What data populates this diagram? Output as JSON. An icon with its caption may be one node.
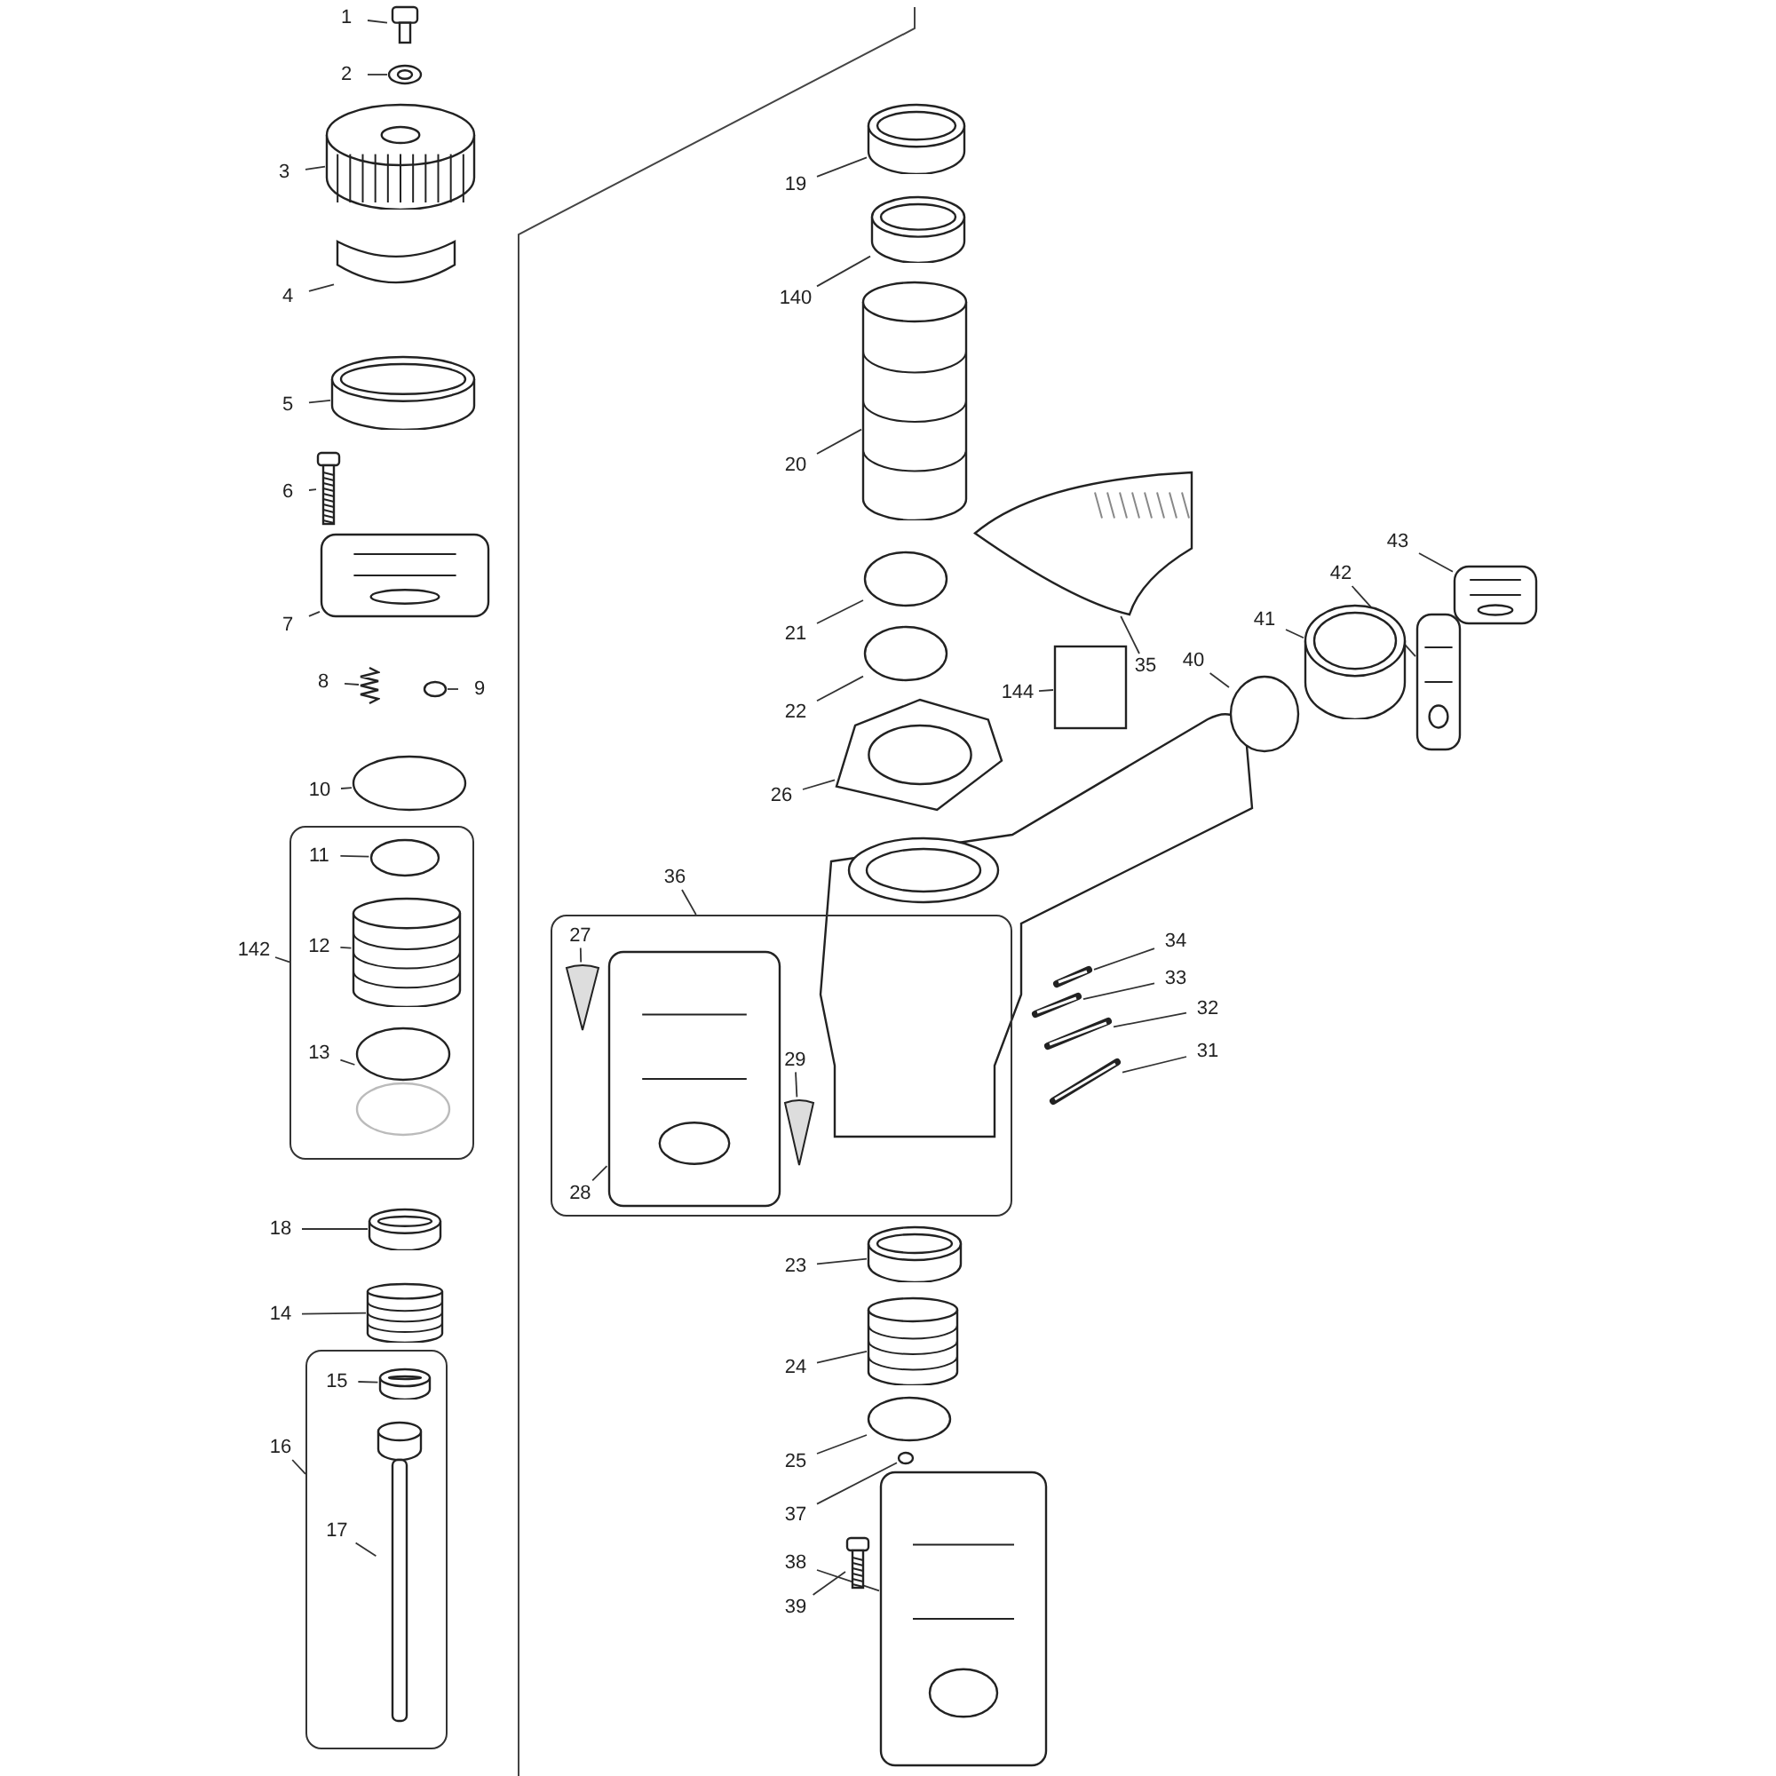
{
  "diagram": {
    "nodes": [
      {
        "text": [
          "1"
        ]
      },
      {
        "text": [],
        "shape": "picture"
      },
      {
        "text": [
          "2"
        ]
      },
      {
        "text": [],
        "shape": "picture"
      },
      {
        "text": [
          "3"
        ]
      },
      {
        "text": [],
        "shape": "picture"
      },
      {
        "text": [
          "4"
        ]
      },
      {
        "text": [],
        "shape": "picture"
      },
      {
        "text": [
          "5"
        ]
      },
      {
        "text": [],
        "shape": "cylinder"
      },
      {
        "text": [
          "6"
        ]
      },
      {
        "text": [],
        "shape": "picture"
      },
      {
        "text": [
          "7"
        ]
      },
      {
        "text": [],
        "shape": "picture"
      },
      {
        "text": [
          "8"
        ]
      },
      {
        "text": [],
        "shape": "picture"
      },
      {
        "text": [
          "9"
        ]
      },
      {
        "text": [],
        "shape": "ellipse"
      },
      {
        "text": [
          "10"
        ]
      },
      {
        "text": [],
        "shape": "ellipse"
      },
      {
        "text": [
          "142"
        ]
      },
      {
        "text": [],
        "shape": "box"
      },
      {
        "text": [
          "11"
        ],
        "in": 21
      },
      {
        "text": [],
        "shape": "ellipse",
        "in": 21
      },
      {
        "text": [
          "12"
        ],
        "in": 21
      },
      {
        "text": [],
        "shape": "picture",
        "in": 21
      },
      {
        "text": [
          "13"
        ],
        "in": 21
      },
      {
        "text": [],
        "shape": "picture",
        "in": 21
      },
      {
        "text": [
          "18"
        ]
      },
      {
        "text": [],
        "shape": "cylinder"
      },
      {
        "text": [
          "14"
        ]
      },
      {
        "text": [],
        "shape": "picture"
      },
      {
        "text": [
          "16"
        ]
      },
      {
        "text": [],
        "shape": "box"
      },
      {
        "text": [
          "15"
        ],
        "in": 33
      },
      {
        "text": [],
        "shape": "cylinder",
        "in": 33
      },
      {
        "text": [
          "17"
        ],
        "in": 33
      },
      {
        "text": [],
        "shape": "picture",
        "in": 33
      },
      {
        "text": [
          "19"
        ]
      },
      {
        "text": [],
        "shape": "cylinder"
      },
      {
        "text": [
          "140"
        ]
      },
      {
        "text": [],
        "shape": "cylinder"
      },
      {
        "text": [
          "20"
        ]
      },
      {
        "text": [],
        "shape": "picture"
      },
      {
        "text": [
          "21"
        ]
      },
      {
        "text": [],
        "shape": "ellipse"
      },
      {
        "text": [
          "22"
        ]
      },
      {
        "text": [],
        "shape": "ellipse"
      },
      {
        "text": [
          "26"
        ]
      },
      {
        "text": [],
        "shape": "picture"
      },
      {
        "text": [
          "144"
        ]
      },
      {
        "text": [],
        "shape": "box"
      },
      {
        "text": [
          "35"
        ]
      },
      {
        "text": [],
        "shape": "picture"
      },
      {
        "text": [
          "36"
        ]
      },
      {
        "text": [],
        "shape": "box"
      },
      {
        "text": [
          "27"
        ],
        "in": 55
      },
      {
        "text": [],
        "shape": "picture",
        "in": 55
      },
      {
        "text": [
          "28"
        ],
        "in": 55
      },
      {
        "text": [],
        "shape": "picture",
        "in": 55
      },
      {
        "text": [
          "29"
        ],
        "in": 55
      },
      {
        "text": [],
        "shape": "picture",
        "in": 55
      },
      {
        "text": [
          "34"
        ]
      },
      {
        "text": [],
        "shape": "picture"
      },
      {
        "text": [
          "33"
        ]
      },
      {
        "text": [],
        "shape": "picture"
      },
      {
        "text": [
          "32"
        ]
      },
      {
        "text": [],
        "shape": "picture"
      },
      {
        "text": [
          "31"
        ]
      },
      {
        "text": [],
        "shape": "picture"
      },
      {
        "text": [
          "23"
        ]
      },
      {
        "text": [],
        "shape": "cylinder"
      },
      {
        "text": [
          "24"
        ]
      },
      {
        "text": [],
        "shape": "picture"
      },
      {
        "text": [
          "25"
        ]
      },
      {
        "text": [],
        "shape": "ellipse"
      },
      {
        "text": [
          "37"
        ]
      },
      {
        "text": [],
        "shape": "ellipse"
      },
      {
        "text": [
          "38"
        ]
      },
      {
        "text": [],
        "shape": "picture"
      },
      {
        "text": [
          "39"
        ]
      },
      {
        "text": [],
        "shape": "picture"
      },
      {
        "text": [
          "40"
        ]
      },
      {
        "text": [],
        "shape": "ellipse"
      },
      {
        "text": [
          "41"
        ]
      },
      {
        "text": [],
        "shape": "cylinder"
      },
      {
        "text": [
          "42"
        ]
      },
      {
        "text": [],
        "shape": "picture"
      },
      {
        "text": [
          "43"
        ]
      },
      {
        "text": [],
        "shape": "picture"
      }
    ],
    "edges": [
      {
        "from": 0,
        "to": 1,
        "arrow": "none"
      },
      {
        "from": 2,
        "to": 3,
        "arrow": "none"
      },
      {
        "from": 4,
        "to": 5,
        "arrow": "none"
      },
      {
        "from": 6,
        "to": 7,
        "arrow": "none"
      },
      {
        "from": 8,
        "to": 9,
        "arrow": "none"
      },
      {
        "from": 10,
        "to": 11,
        "arrow": "none"
      },
      {
        "from": 12,
        "to": 13,
        "arrow": "none"
      },
      {
        "from": 14,
        "to": 15,
        "arrow": "none"
      },
      {
        "from": 16,
        "to": 17,
        "arrow": "none"
      },
      {
        "from": 18,
        "to": 19,
        "arrow": "none"
      },
      {
        "from": 20,
        "to": 21,
        "arrow": "none"
      },
      {
        "from": 22,
        "to": 23,
        "arrow": "none"
      },
      {
        "from": 24,
        "to": 25,
        "arrow": "none"
      },
      {
        "from": 26,
        "to": 27,
        "arrow": "none"
      },
      {
        "from": 28,
        "to": 29,
        "arrow": "none"
      },
      {
        "from": 30,
        "to": 31,
        "arrow": "none"
      },
      {
        "from": 32,
        "to": 33,
        "arrow": "none"
      },
      {
        "from": 34,
        "to": 35,
        "arrow": "none"
      },
      {
        "from": 36,
        "to": 37,
        "arrow": "none"
      },
      {
        "from": 38,
        "to": 39,
        "arrow": "none"
      },
      {
        "from": 40,
        "to": 41,
        "arrow": "none"
      },
      {
        "from": 42,
        "to": 43,
        "arrow": "none"
      },
      {
        "from": 44,
        "to": 45,
        "arrow": "none"
      },
      {
        "from": 46,
        "to": 47,
        "arrow": "none"
      },
      {
        "from": 48,
        "to": 49,
        "arrow": "none"
      },
      {
        "from": 50,
        "to": 51,
        "arrow": "none"
      },
      {
        "from": 52,
        "to": 53,
        "arrow": "none"
      },
      {
        "from": 54,
        "to": 55,
        "arrow": "none"
      },
      {
        "from": 56,
        "to": 57,
        "arrow": "none"
      },
      {
        "from": 58,
        "to": 59,
        "arrow": "none"
      },
      {
        "from": 60,
        "to": 61,
        "arrow": "none"
      },
      {
        "from": 62,
        "to": 63,
        "arrow": "none"
      },
      {
        "from": 64,
        "to": 65,
        "arrow": "none"
      },
      {
        "from": 66,
        "to": 67,
        "arrow": "none"
      },
      {
        "from": 68,
        "to": 69,
        "arrow": "none"
      },
      {
        "from": 70,
        "to": 71,
        "arrow": "none"
      },
      {
        "from": 72,
        "to": 73,
        "arrow": "none"
      },
      {
        "from": 74,
        "to": 75,
        "arrow": "none"
      },
      {
        "from": 76,
        "to": 77,
        "arrow": "none"
      },
      {
        "from": 78,
        "to": 79,
        "arrow": "none"
      },
      {
        "from": 80,
        "to": 81,
        "arrow": "none"
      },
      {
        "from": 82,
        "to": 83,
        "arrow": "none"
      },
      {
        "from": 84,
        "to": 85,
        "arrow": "none"
      },
      {
        "from": 86,
        "to": 87,
        "arrow": "none"
      },
      {
        "from": 88,
        "to": 89,
        "arrow": "none"
      }
    ]
  }
}
